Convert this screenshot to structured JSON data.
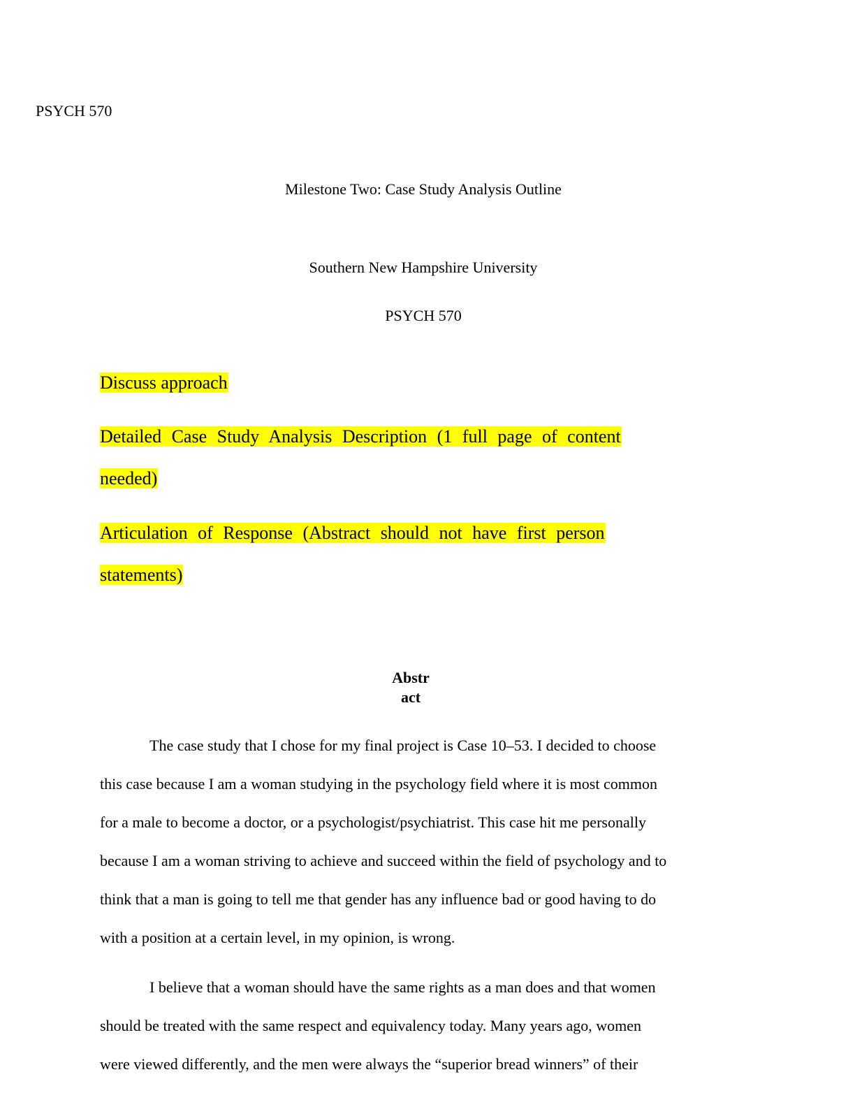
{
  "header": {
    "course_code": "PSYCH 570"
  },
  "title_page": {
    "title": "Milestone Two: Case Study Analysis Outline",
    "institution": "Southern New Hampshire University",
    "course": "PSYCH 570"
  },
  "highlighted_notes": {
    "color": "#ffff00",
    "items": [
      {
        "lines": [
          "Discuss approach"
        ]
      },
      {
        "lines": [
          "Detailed  Case Study  Analysis  Description  (1  full  page  of content ",
          "needed)"
        ]
      },
      {
        "lines": [
          "Articulation  of Response  (Abstract  should  not  have  first  person ",
          "statements)"
        ]
      }
    ]
  },
  "abstract": {
    "heading_line1": "Abstr",
    "heading_line2": "act",
    "paragraphs": [
      {
        "lines": [
          "The case study that I chose for my final project is Case 10–53. I decided to choose",
          "this case because I am a woman studying in the psychology field where it is most common",
          "for a male to become a doctor, or a psychologist/psychiatrist. This case hit me personally",
          "because I am a woman striving to achieve and succeed within the field of psychology and to",
          "think that a man is going to tell me that gender has any influence bad or good having to do",
          "with a position at a certain level, in my opinion, is wrong."
        ]
      },
      {
        "lines": [
          " I believe that a woman should have the same rights as a man does and that women",
          "should be treated with the same respect and equivalency today. Many years ago, women",
          "were viewed differently, and the men were always the “superior bread winners” of their"
        ]
      }
    ]
  }
}
